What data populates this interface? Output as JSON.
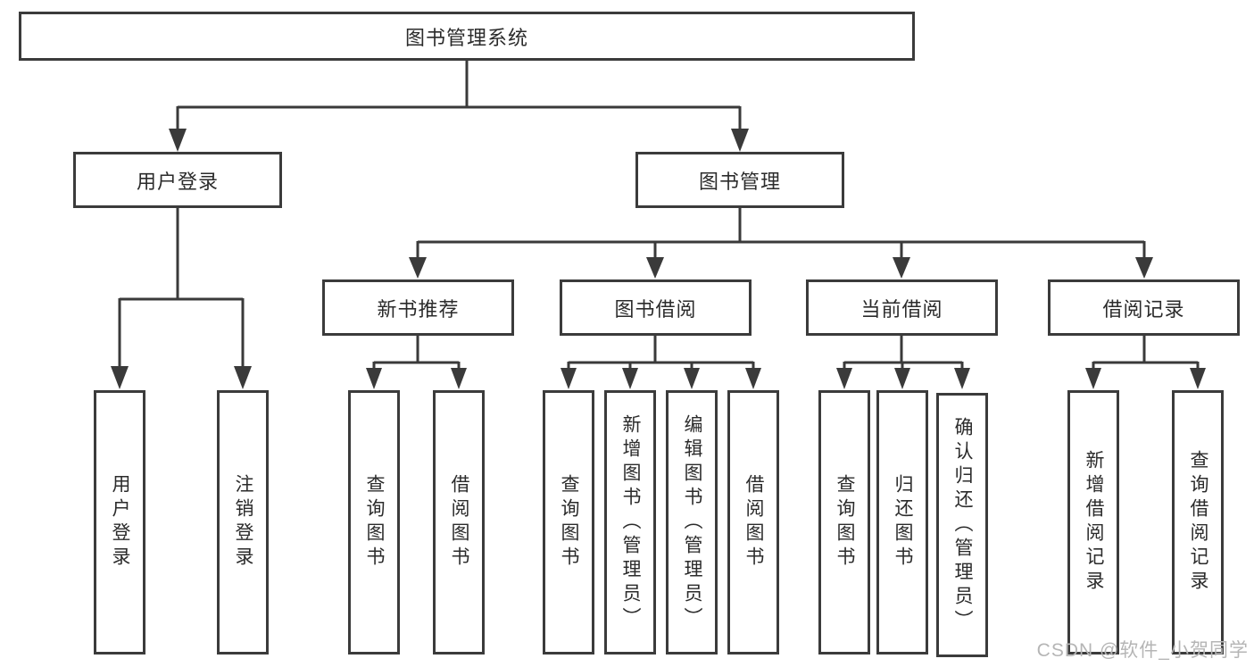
{
  "tree": {
    "label": "图书管理系统",
    "children": [
      {
        "label": "用户登录",
        "children": [
          {
            "label": "用户登录"
          },
          {
            "label": "注销登录"
          }
        ]
      },
      {
        "label": "图书管理",
        "children": [
          {
            "label": "新书推荐",
            "children": [
              {
                "label": "查询图书"
              },
              {
                "label": "借阅图书"
              }
            ]
          },
          {
            "label": "图书借阅",
            "children": [
              {
                "label": "查询图书"
              },
              {
                "label": "新增图书（管理员）"
              },
              {
                "label": "编辑图书（管理员）"
              },
              {
                "label": "借阅图书"
              }
            ]
          },
          {
            "label": "当前借阅",
            "children": [
              {
                "label": "查询图书"
              },
              {
                "label": "归还图书"
              },
              {
                "label": "确认归还（管理员）"
              }
            ]
          },
          {
            "label": "借阅记录",
            "children": [
              {
                "label": "新增借阅记录"
              },
              {
                "label": "查询借阅记录"
              }
            ]
          }
        ]
      }
    ]
  },
  "watermark": {
    "text": "CSDN @软件_小贺同学"
  },
  "colors": {
    "line": "#3a3a3a",
    "box_border": "#3b3b3b",
    "box_fill": "#ffffff",
    "text": "#2b2b2b",
    "watermark": "#b5b5b5"
  }
}
